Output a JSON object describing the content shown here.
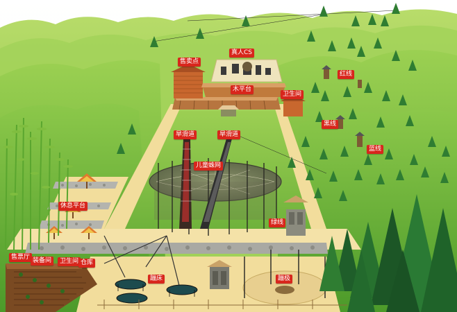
{
  "colors": {
    "label_bg": "#d8261c",
    "label_text": "#ffffff",
    "grass_light": "#a6d45a",
    "grass_dark": "#4e9a2c",
    "path": "#f2dd9c",
    "building": "#c8672e",
    "tree": "#2f7d32"
  },
  "labels": {
    "shop": "售卖点",
    "cs": "真人CS",
    "platform": "木平台",
    "restroom_top": "卫生间",
    "red_line": "红线",
    "black_line": "黑线",
    "blue_line": "蓝线",
    "green_line": "绿线",
    "slide_left": "旱滑道",
    "slide_right": "旱滑道",
    "kids_net": "儿童蛛网",
    "rest_platform": "休息平台",
    "ticket": "售票厅",
    "gear": "装备间",
    "restroom_bottom": "卫生间",
    "warehouse": "仓库",
    "trampoline": "蹦床",
    "bungee": "蹦极"
  }
}
